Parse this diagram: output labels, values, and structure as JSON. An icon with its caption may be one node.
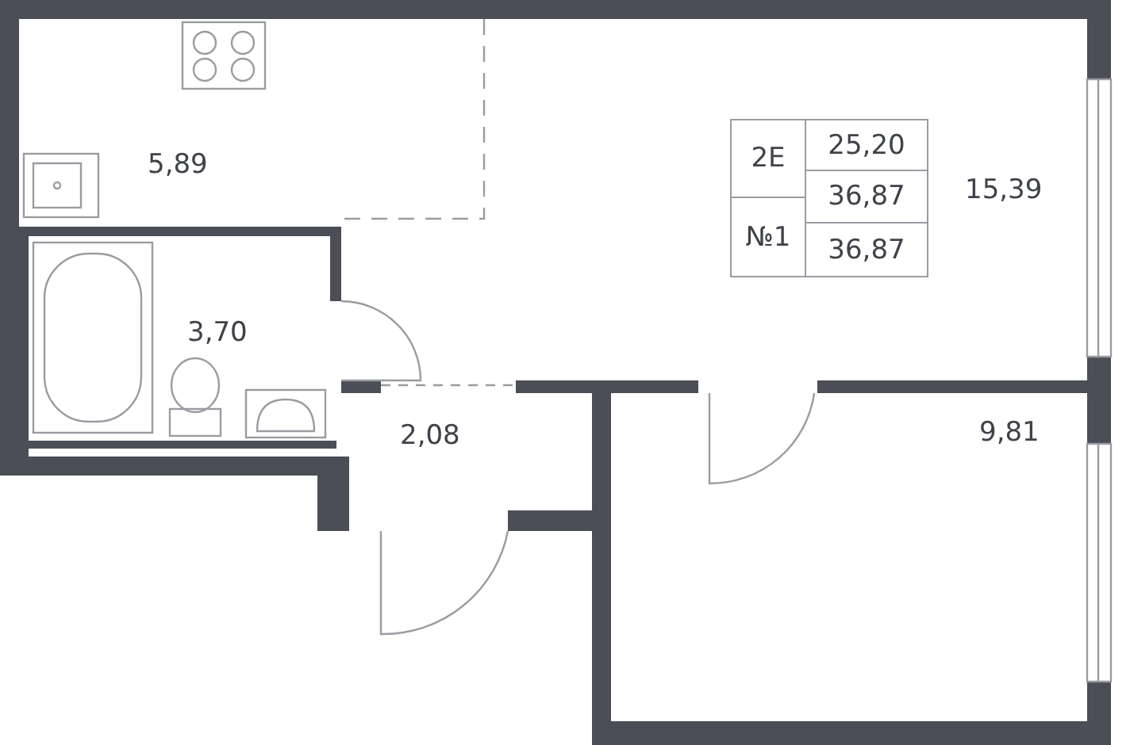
{
  "diagram": {
    "labels": [
      "2E",
      "25,20",
      "36,87",
      "№1",
      "36,87",
      "5,89",
      "15,39",
      "3,70",
      "2,08",
      "9,81"
    ]
  }
}
